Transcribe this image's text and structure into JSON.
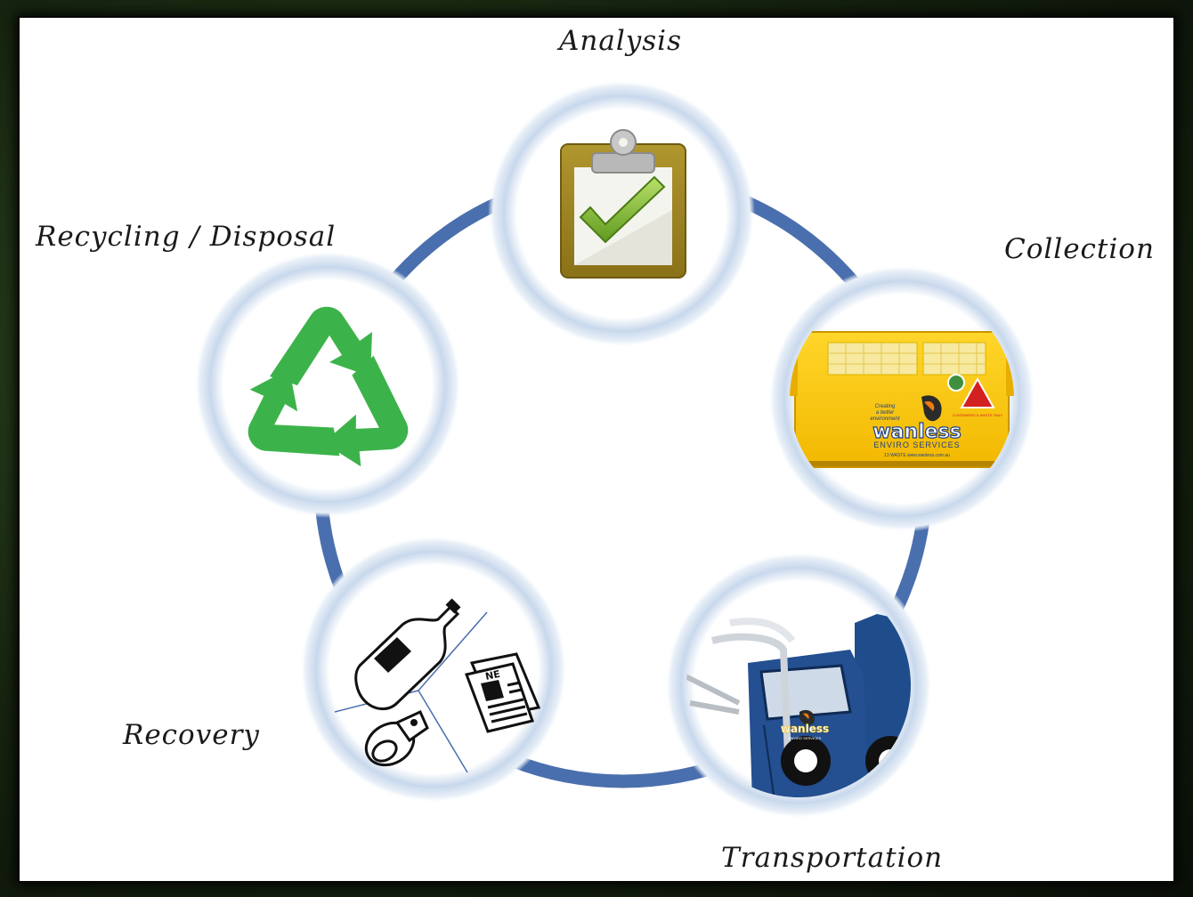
{
  "diagram": {
    "ring_color": "#4a6fae",
    "node_glow_color": "#a9c1e0",
    "stages": [
      {
        "key": "analysis",
        "label": "Analysis",
        "icon": "clipboard-check-icon"
      },
      {
        "key": "collection",
        "label": "Collection",
        "icon": "waste-bin-icon"
      },
      {
        "key": "transportation",
        "label": "Transportation",
        "icon": "garbage-truck-icon"
      },
      {
        "key": "recovery",
        "label": "Recovery",
        "icon": "recyclables-icon"
      },
      {
        "key": "recycling",
        "label": "Recycling / Disposal",
        "icon": "recycle-icon"
      }
    ],
    "bin_branding": {
      "brand": "wanless",
      "tagline_lines": [
        "Creating",
        "a better",
        "environment"
      ],
      "subtitle": "ENVIRO SERVICES",
      "contact": "13 WASTE  www.wanless.com.au",
      "warning": "CONTAINERS & WASTE ONLY"
    },
    "truck_branding": {
      "brand": "wanless",
      "subtitle": "ENVIRO SERVICES"
    },
    "newspaper_masthead": "NE"
  }
}
